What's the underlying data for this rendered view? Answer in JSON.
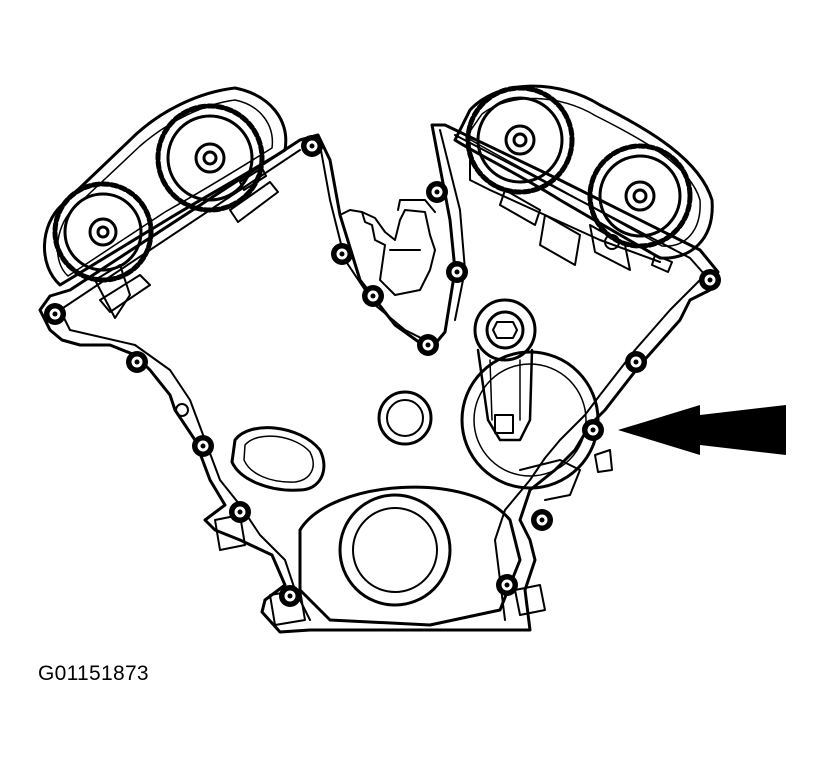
{
  "figure": {
    "id_label": "G01151873",
    "subject": "engine-front-timing-cover",
    "highlighted_item": "timing-cover-bolt"
  },
  "colors": {
    "line": "#000000",
    "background": "#ffffff"
  }
}
